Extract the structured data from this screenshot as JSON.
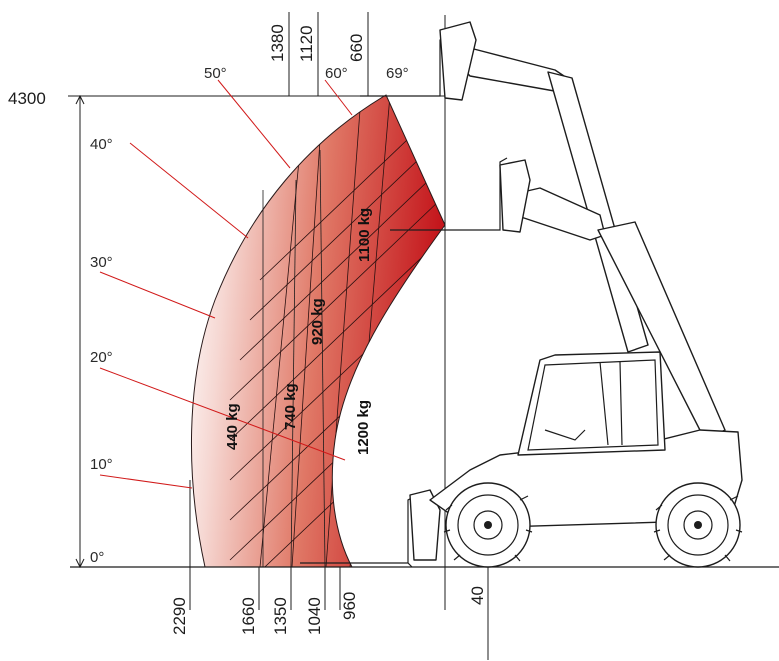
{
  "diagram": {
    "height_label": "4300",
    "angles": [
      "0°",
      "10°",
      "20°",
      "30°",
      "40°",
      "50°",
      "60°",
      "69°"
    ],
    "bottom_reach_labels": [
      "2290",
      "1660",
      "1350",
      "1040",
      "960",
      "40"
    ],
    "top_reach_labels": [
      "1380",
      "1120",
      "660"
    ],
    "load_labels": [
      "440 kg",
      "740 kg",
      "920 kg",
      "1100 kg",
      "1200 kg"
    ],
    "colors": {
      "zone_light": "#fbeeee",
      "zone_dark": "#c4161c",
      "angle_lines": "#d11a1a",
      "line_art": "#1c1c1c"
    }
  }
}
